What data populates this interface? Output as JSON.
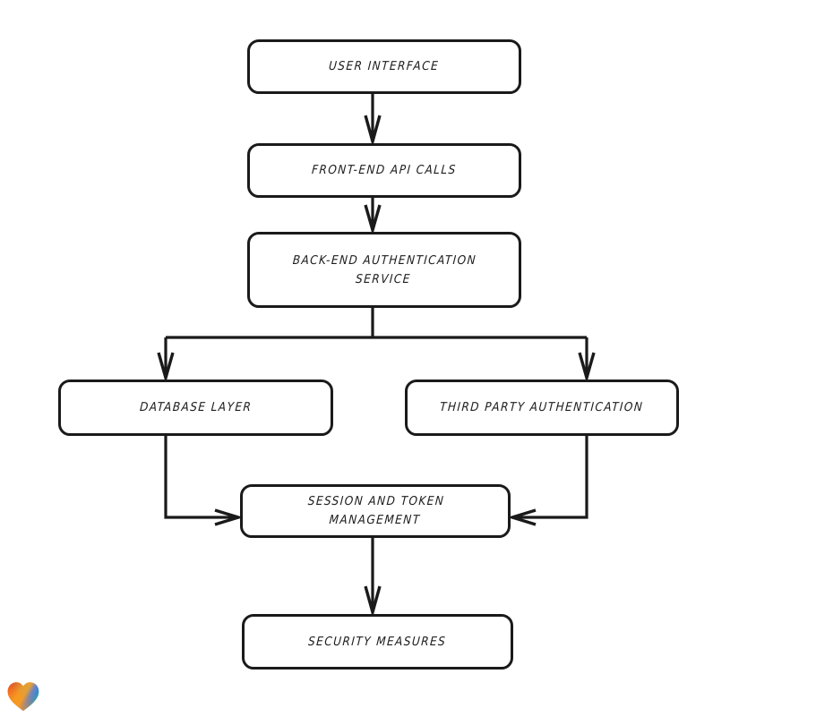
{
  "diagram": {
    "type": "flowchart",
    "orientation": "top-to-bottom",
    "background_color": "#ffffff",
    "stroke_color": "#1a1a1a",
    "text_color": "#1d1d1d",
    "nodes": [
      {
        "id": "user-interface",
        "label": "User Interface"
      },
      {
        "id": "frontend-api",
        "label": "Front-End API Calls"
      },
      {
        "id": "backend-auth",
        "label": "Back-End Authentication\nService"
      },
      {
        "id": "database-layer",
        "label": "Database Layer"
      },
      {
        "id": "third-party-auth",
        "label": "Third Party Authentication"
      },
      {
        "id": "session-token",
        "label": "Session and Token\nManagement"
      },
      {
        "id": "security-measures",
        "label": "Security Measures"
      }
    ],
    "edges": [
      {
        "from": "user-interface",
        "to": "frontend-api",
        "style": "straight-down"
      },
      {
        "from": "frontend-api",
        "to": "backend-auth",
        "style": "straight-down"
      },
      {
        "from": "backend-auth",
        "to": "database-layer",
        "style": "split-left"
      },
      {
        "from": "backend-auth",
        "to": "third-party-auth",
        "style": "split-right"
      },
      {
        "from": "database-layer",
        "to": "session-token",
        "style": "elbow-right-into-left-side"
      },
      {
        "from": "third-party-auth",
        "to": "session-token",
        "style": "elbow-left-into-right-side"
      },
      {
        "from": "session-token",
        "to": "security-measures",
        "style": "straight-down"
      }
    ]
  },
  "icons": {
    "heart": {
      "name": "heart-icon",
      "colors": [
        "#e8282b",
        "#f07c1c",
        "#f7a424",
        "#2f86d8",
        "#24b3b0"
      ]
    }
  }
}
